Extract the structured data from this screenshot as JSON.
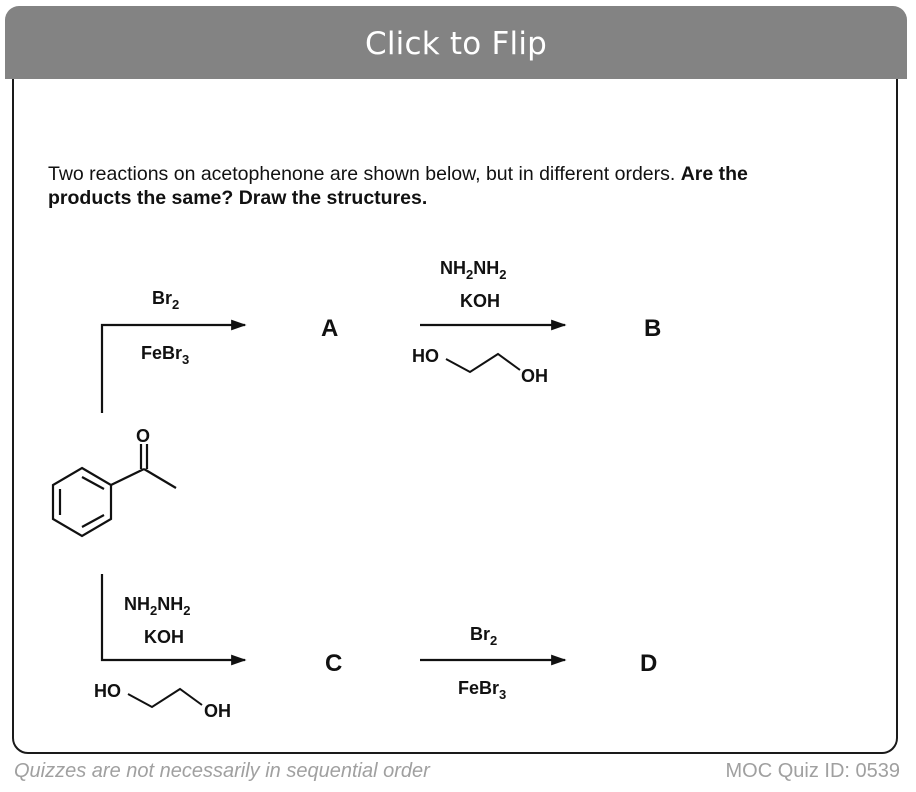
{
  "flip_button": {
    "label": "Click to Flip"
  },
  "question": {
    "intro": "Two reactions on acetophenone are shown below, but in different orders.",
    "emphasis": "Are the products the same? Draw the structures."
  },
  "top_path": {
    "step1": {
      "reagent_line1_base": "Br",
      "reagent_line1_sub": "2",
      "reagent_line2_base": "FeBr",
      "reagent_line2_sub": "3",
      "product": "A"
    },
    "step2": {
      "reagent_line1": [
        "NH",
        "2",
        "NH",
        "2"
      ],
      "reagent_line2": "KOH",
      "solvent_left": "HO",
      "solvent_right": "OH",
      "product": "B"
    }
  },
  "bottom_path": {
    "step1": {
      "reagent_line1": [
        "NH",
        "2",
        "NH",
        "2"
      ],
      "reagent_line2": "KOH",
      "solvent_left": "HO",
      "solvent_right": "OH",
      "product": "C"
    },
    "step2": {
      "reagent_line1_base": "Br",
      "reagent_line1_sub": "2",
      "reagent_line2_base": "FeBr",
      "reagent_line2_sub": "3",
      "product": "D"
    }
  },
  "starting_material": {
    "carbonyl_atom": "O"
  },
  "footer": {
    "note": "Quizzes are not necessarily in sequential order",
    "quiz_id": "MOC Quiz ID: 0539"
  }
}
